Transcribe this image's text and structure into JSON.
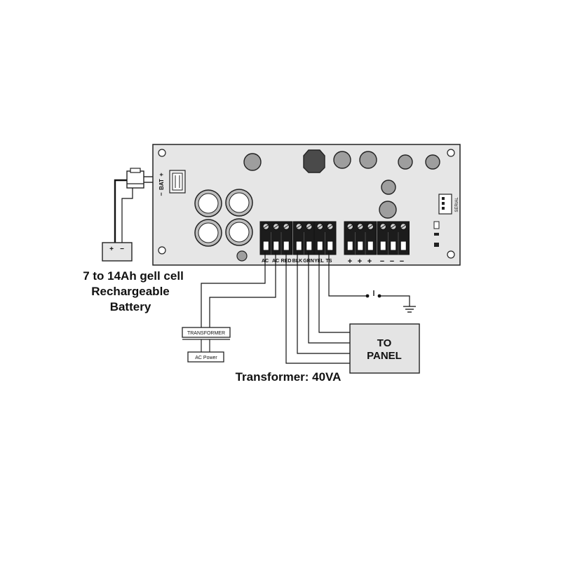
{
  "board": {
    "bat_label": "BAT",
    "bat_minus": "−",
    "bat_plus": "+",
    "serial_label": "SERIAL",
    "terminals": [
      "AC",
      "AC",
      "RED",
      "BLK",
      "GRN",
      "YEL",
      "TS"
    ],
    "signs": [
      "+",
      "+",
      "+",
      "−",
      "−",
      "−"
    ]
  },
  "battery": {
    "plus": "+",
    "minus": "−",
    "caption_lines": [
      "7 to 14Ah gell cell",
      "Rechargeable",
      "Battery"
    ]
  },
  "transformer": {
    "box_label": "TRANSFORMER",
    "ac_label": "AC Power",
    "caption": "Transformer: 40VA"
  },
  "panel": {
    "lines": [
      "TO",
      "PANEL"
    ]
  },
  "colors": {
    "board_fill": "#e6e6e6",
    "component_fill": "#9e9e9e",
    "terminal_fill": "#1c1c1c",
    "panel_fill": "#e4e4e4"
  }
}
